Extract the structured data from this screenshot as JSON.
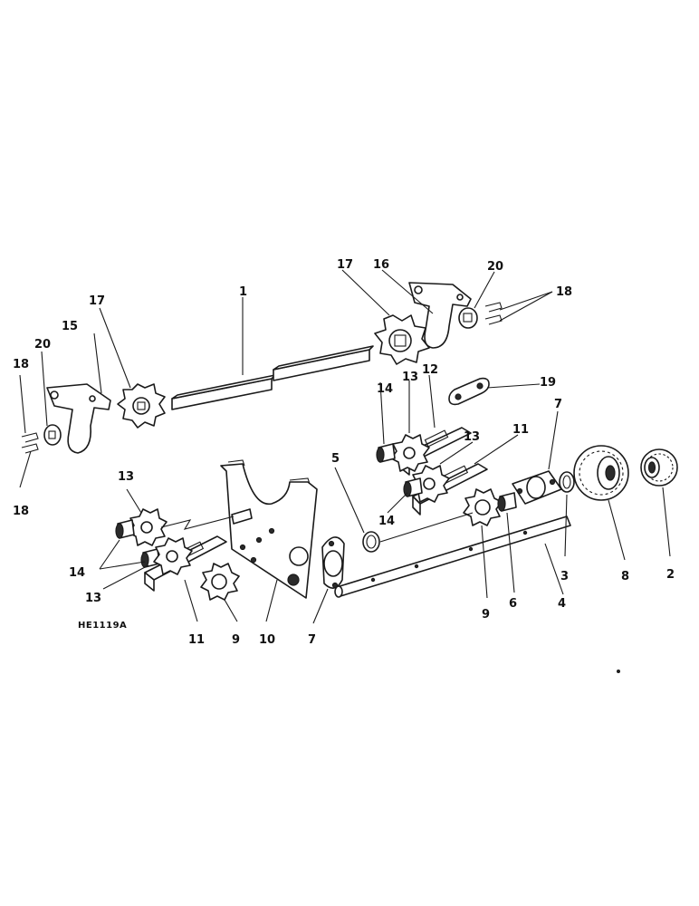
{
  "figure_id": "HE1119A",
  "callouts": {
    "c1": "1",
    "c2": "2",
    "c3": "3",
    "c4": "4",
    "c5": "5",
    "c6": "6",
    "c7a": "7",
    "c7b": "7",
    "c8": "8",
    "c9a": "9",
    "c9b": "9",
    "c10": "10",
    "c11a": "11",
    "c11b": "11",
    "c12": "12",
    "c13a": "13",
    "c13b": "13",
    "c13c": "13",
    "c13d": "13",
    "c14a": "14",
    "c14b": "14",
    "c14c": "14",
    "c15": "15",
    "c16": "16",
    "c17a": "17",
    "c17b": "17",
    "c18a": "18",
    "c18b": "18",
    "c18c": "18",
    "c19": "19",
    "c20a": "20",
    "c20b": "20"
  }
}
